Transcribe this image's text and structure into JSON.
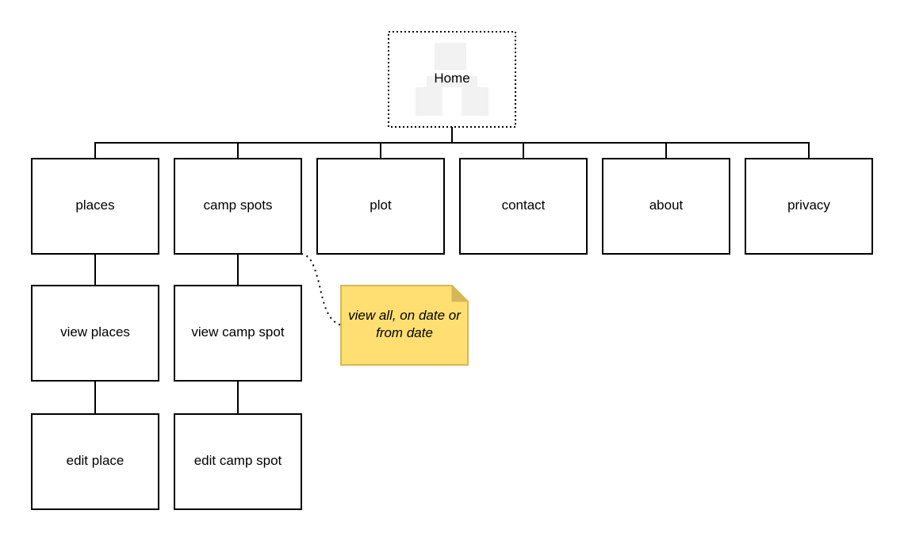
{
  "diagram": {
    "root": {
      "label": "Home"
    },
    "level1": {
      "places": "places",
      "camp_spots": "camp spots",
      "plot": "plot",
      "contact": "contact",
      "about": "about",
      "privacy": "privacy"
    },
    "level2": {
      "view_places": "view places",
      "view_camp_spot": "view camp spot"
    },
    "level3": {
      "edit_place": "edit place",
      "edit_camp_spot": "edit camp spot"
    },
    "note": {
      "line1": "view all, on date or",
      "line2": "from date"
    }
  },
  "colors": {
    "note_fill": "#FFDF71",
    "note_stroke": "#D6B656",
    "note_fold": "#D6B656",
    "icon_gray": "#F2F2F2"
  },
  "icons": {
    "root": "sitemap-icon"
  }
}
